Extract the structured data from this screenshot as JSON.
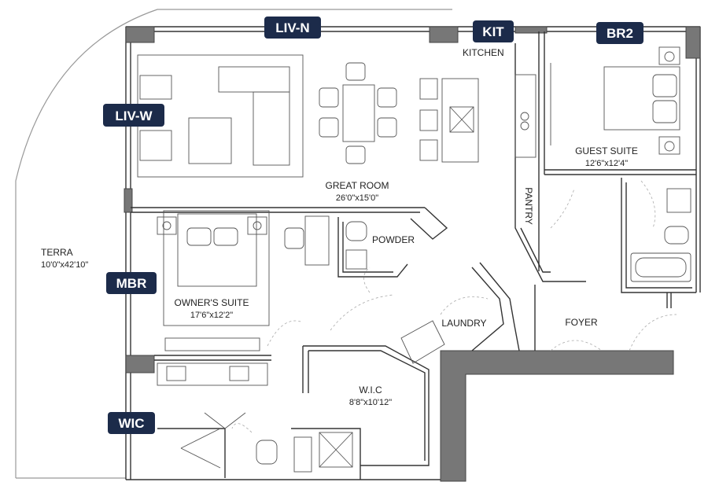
{
  "badges": {
    "liv_n": "LIV-N",
    "kit": "KIT",
    "br2": "BR2",
    "liv_w": "LIV-W",
    "mbr": "MBR",
    "wic": "WIC"
  },
  "rooms": {
    "kitchen": "KITCHEN",
    "great_room": {
      "name": "GREAT ROOM",
      "dims": "26'0\"x15'0\""
    },
    "guest_suite": {
      "name": "GUEST SUITE",
      "dims": "12'6\"x12'4\""
    },
    "pantry": "PANTRY",
    "powder": "POWDER",
    "terrace": {
      "name": "TERRA",
      "dims": "10'0\"x42'10\""
    },
    "owners_suite": {
      "name": "OWNER'S SUITE",
      "dims": "17'6\"x12'2\""
    },
    "laundry": "LAUNDRY",
    "foyer": "FOYER",
    "wic": {
      "name": "W.I.C",
      "dims": "8'8\"x10'12\""
    }
  },
  "colors": {
    "badge": "#1c2b4a",
    "wall": "#333333",
    "thick_wall": "#777777"
  }
}
